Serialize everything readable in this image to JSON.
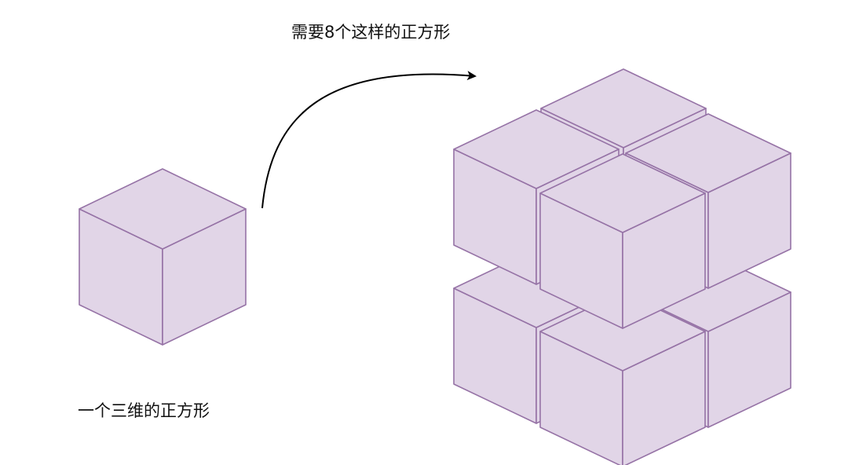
{
  "labels": {
    "arrow_caption": "需要8个这样的正方形",
    "cube_caption": "一个三维的正方形"
  },
  "colors": {
    "cube_fill": "#e1d5e7",
    "cube_stroke": "#9673a6",
    "arrow": "#000000",
    "text": "#111111",
    "background": "#ffffff"
  },
  "diagram": {
    "single_cube_count": 1,
    "assembled_cube_count": 8
  }
}
